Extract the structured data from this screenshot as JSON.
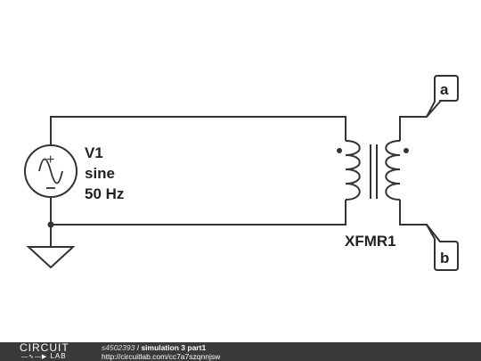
{
  "source": {
    "name": "V1",
    "waveform": "sine",
    "frequency": "50 Hz"
  },
  "transformer": {
    "name": "XFMR1"
  },
  "ports": {
    "a": "a",
    "b": "b"
  },
  "footer": {
    "logo_top": "CIRCUIT",
    "logo_bottom": "LAB",
    "username": "s4502393",
    "separator": " / ",
    "title": "simulation 3 part1",
    "url": "http://circuitlab.com/cc7a7szqnnjsw"
  },
  "colors": {
    "wire": "#333333",
    "footer_bg": "#3a3a3a"
  }
}
